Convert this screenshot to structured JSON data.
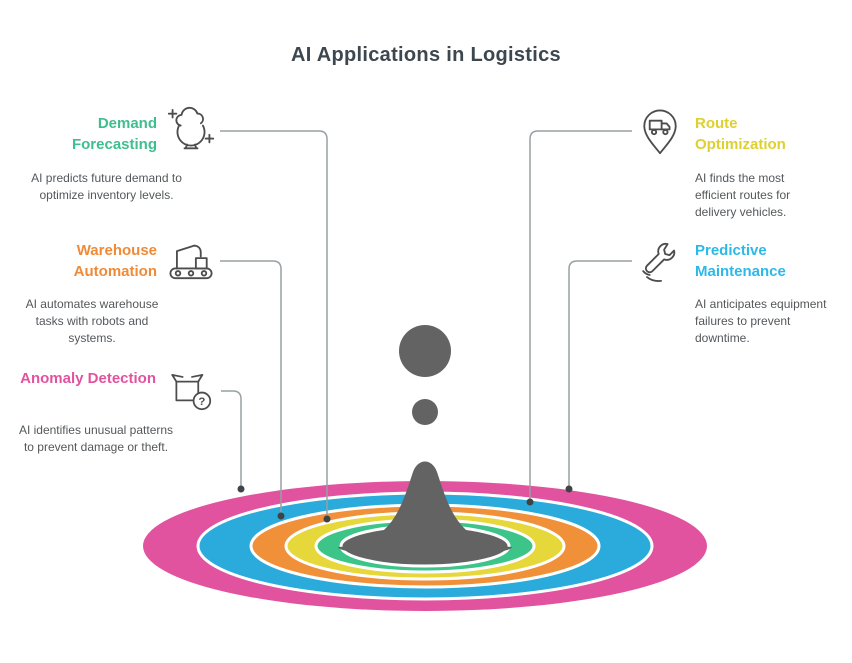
{
  "title": "AI Applications in Logistics",
  "items": [
    {
      "heading": "Demand Forecasting",
      "description": "AI predicts future demand to optimize inventory levels.",
      "color": "#3fbe8f",
      "icon": "crystal-ball-forecast-icon"
    },
    {
      "heading": "Warehouse Automation",
      "description": "AI automates warehouse tasks with robots and systems.",
      "color": "#ef8b38",
      "icon": "robot-conveyor-icon"
    },
    {
      "heading": "Anomaly Detection",
      "description": "AI identifies unusual patterns to prevent damage or theft.",
      "color": "#e2539f",
      "icon": "package-question-icon",
      "icon_glyph": "?"
    },
    {
      "heading": "Route Optimization",
      "description": "AI finds the most efficient routes for delivery vehicles.",
      "color": "#ddd02f",
      "icon": "truck-location-pin-icon"
    },
    {
      "heading": "Predictive Maintenance",
      "description": "AI anticipates equipment failures to prevent downtime.",
      "color": "#2cb9e8",
      "icon": "wrench-hand-icon"
    }
  ],
  "ripple": {
    "colors": {
      "outer_pink": "#e2539f",
      "ring_blue": "#2aabdc",
      "ring_orange": "#f0913a",
      "ring_yellow": "#e6d83a",
      "ring_green": "#3cc489",
      "splash_gray": "#636363"
    },
    "connector_color": "#989fa3",
    "dot_color": "#3e4446"
  }
}
